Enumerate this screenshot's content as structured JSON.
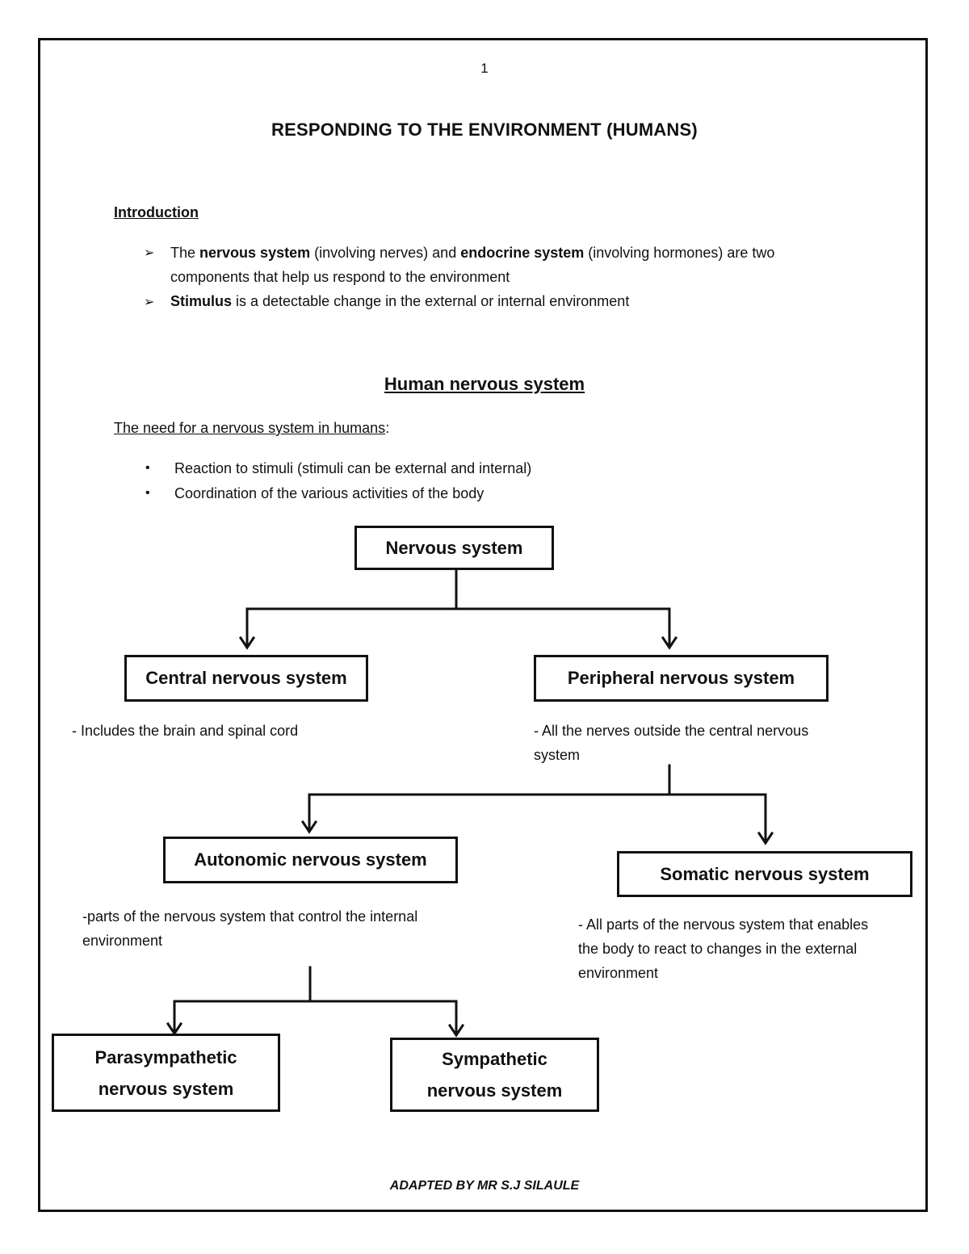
{
  "page_number": "1",
  "title": "RESPONDING TO THE ENVIRONMENT (HUMANS)",
  "introduction": {
    "heading": "Introduction",
    "bullet_marker": "➢",
    "bullets": [
      {
        "line1_parts": [
          "The ",
          "nervous system",
          " (involving nerves) and ",
          "endocrine system",
          " (involving hormones) are two"
        ],
        "line2": "components that help us respond to the environment"
      },
      {
        "line1_parts": [
          "Stimulus",
          " is a detectable change in the external or internal environment"
        ]
      }
    ]
  },
  "section": {
    "title": "Human nervous system",
    "need_heading": "The need for a nervous system in humans",
    "need_heading_suffix": ":",
    "need_marker": "•",
    "needs": [
      "Reaction to stimuli (stimuli can be external and internal)",
      "Coordination of the various activities of the body"
    ]
  },
  "diagram": {
    "nervous_system": "Nervous system",
    "central": "Central nervous system",
    "central_note": "- Includes the brain and spinal cord",
    "peripheral": "Peripheral nervous system",
    "peripheral_note_line1": "- All the nerves outside the central nervous",
    "peripheral_note_line2": "system",
    "autonomic": "Autonomic nervous system",
    "autonomic_note_line1": "-parts of the nervous system that control the internal",
    "autonomic_note_line2": "environment",
    "somatic": "Somatic nervous system",
    "somatic_note_line1": "- All parts of the nervous system that enables",
    "somatic_note_line2": "the body to react to changes in the external",
    "somatic_note_line3": "environment",
    "parasympathetic_line1": "Parasympathetic",
    "parasympathetic_line2": "nervous system",
    "sympathetic_line1": "Sympathetic",
    "sympathetic_line2": "nervous system"
  },
  "footer": "ADAPTED BY MR S.J SILAULE"
}
